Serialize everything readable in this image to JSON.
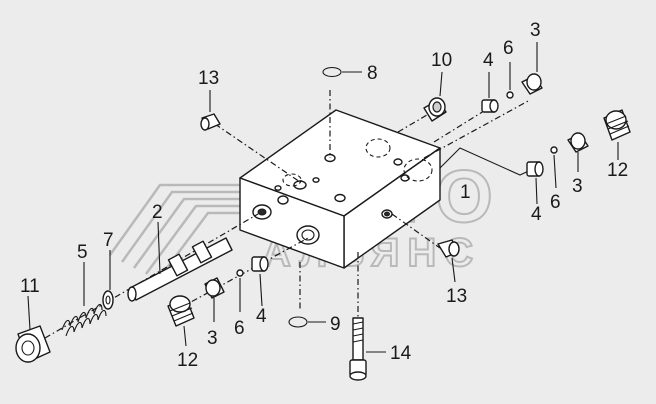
{
  "watermark": {
    "line1": "АВТО",
    "line2": "АЛЬЯНС",
    "logo_icon": "avtoalyans-logo-icon"
  },
  "callouts": {
    "c1": "1",
    "c2": "2",
    "c3a": "3",
    "c3b": "3",
    "c3c": "3",
    "c4a": "4",
    "c4b": "4",
    "c4c": "4",
    "c5": "5",
    "c6a": "6",
    "c6b": "6",
    "c6c": "6",
    "c7": "7",
    "c8": "8",
    "c9": "9",
    "c10": "10",
    "c11": "11",
    "c12a": "12",
    "c12b": "12",
    "c13a": "13",
    "c13b": "13",
    "c14": "14"
  }
}
